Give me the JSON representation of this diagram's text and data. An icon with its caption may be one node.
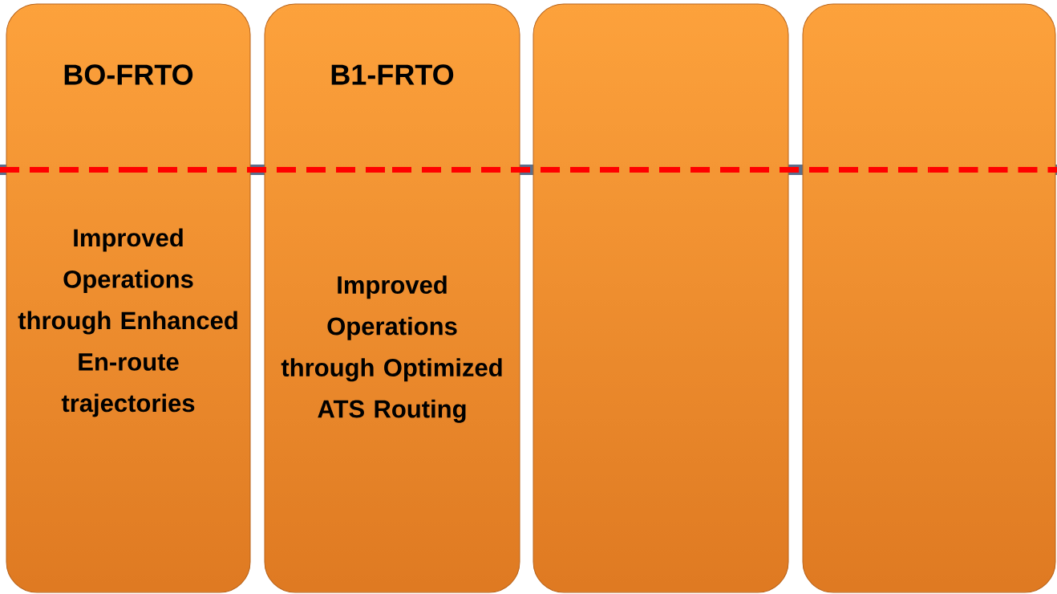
{
  "diagram": {
    "nodes": [
      {
        "text": [
          "BO-FRTO",
          "Improved Operations through Enhanced En-route trajectories"
        ]
      },
      {
        "text": [
          "B1-FRTO",
          "Improved Operations through Optimized ATS Routing"
        ]
      },
      {
        "text": [],
        "shape": "box"
      },
      {
        "text": [],
        "shape": "box"
      }
    ],
    "edges": [
      {
        "from": null,
        "to": 0,
        "arrow": "none",
        "style": "dashed",
        "color": "#ff0000"
      },
      {
        "from": 0,
        "to": 1,
        "arrow": "none",
        "style": "dashed",
        "color": "#ff0000"
      },
      {
        "from": 1,
        "to": 2,
        "arrow": "none",
        "style": "dashed",
        "color": "#ff0000"
      },
      {
        "from": 2,
        "to": 3,
        "arrow": "none",
        "style": "dashed",
        "color": "#ff0000"
      },
      {
        "from": 3,
        "to": null,
        "arrow": "none",
        "style": "dashed",
        "color": "#ff0000"
      }
    ]
  }
}
